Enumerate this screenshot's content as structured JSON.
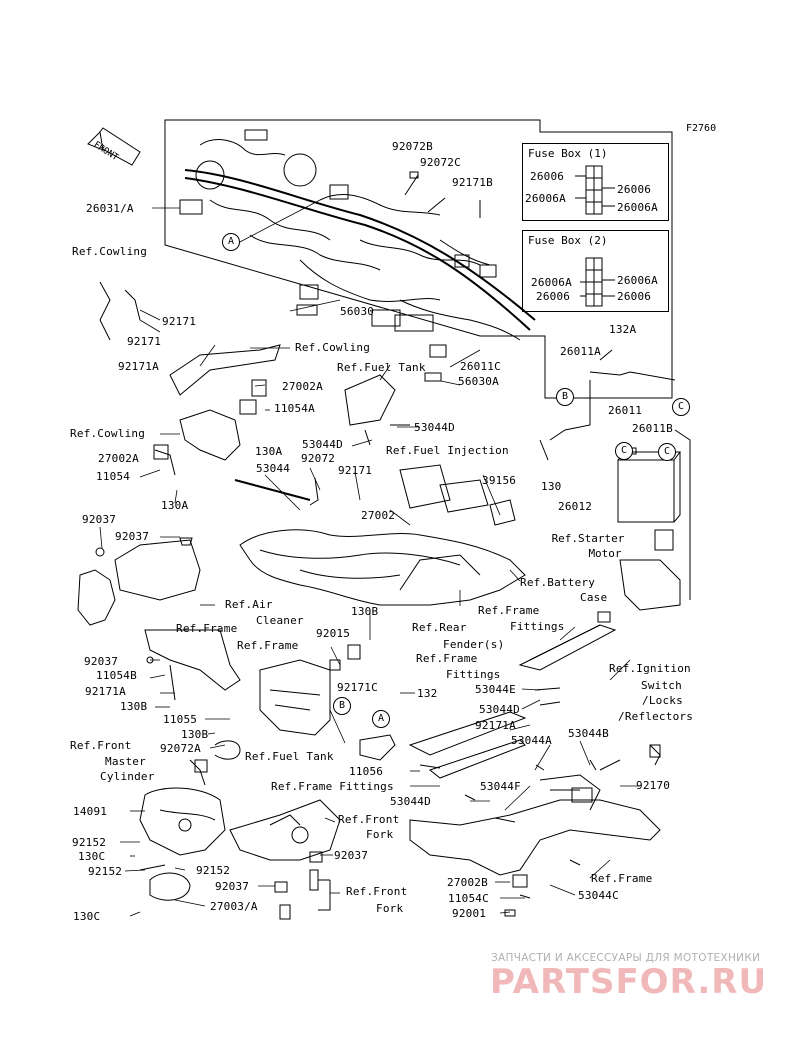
{
  "figure_id": "F2760",
  "front_label": "FRONT",
  "fuse_box_1": {
    "title": "Fuse Box (1)",
    "left": [
      "26006",
      "26006A"
    ],
    "right": [
      "26006",
      "26006A"
    ]
  },
  "fuse_box_2": {
    "title": "Fuse Box (2)",
    "left": [
      "26006A",
      "26006"
    ],
    "right": [
      "26006A",
      "26006"
    ]
  },
  "circle_markers": [
    "A",
    "A",
    "B",
    "B",
    "C",
    "C",
    "C"
  ],
  "labels": {
    "p26031A": "26031/A",
    "p92072B": "92072B",
    "p92072C": "92072C",
    "p92171B": "92171B",
    "p56030": "56030",
    "p26011C": "26011C",
    "p56030A": "56030A",
    "refCowling1": "Ref.Cowling",
    "p92171_1": "92171",
    "p92171_2": "92171",
    "p92171A_1": "92171A",
    "refCowling2": "Ref.Cowling",
    "p27002A_1": "27002A",
    "p11054A": "11054A",
    "refFuelTank1": "Ref.Fuel Tank",
    "p53044D_1": "53044D",
    "p53044D_2": "53044D",
    "p130A_1": "130A",
    "refCowling3": "Ref.Cowling",
    "p27002A_2": "27002A",
    "p11054": "11054",
    "p130A_2": "130A",
    "p53044": "53044",
    "p92072": "92072",
    "p92171_3": "92171",
    "refFuelInjection": "Ref.Fuel Injection",
    "p39156": "39156",
    "p27002": "27002",
    "p132A": "132A",
    "p26011A": "26011A",
    "p26011": "26011",
    "p26011B": "26011B",
    "p130_1": "130",
    "p26012": "26012",
    "refStarterMotor1": "Ref.Starter",
    "refStarterMotor2": "Motor",
    "refBatteryCase1": "Ref.Battery",
    "refBatteryCase2": "Case",
    "p92037_1": "92037",
    "p92037_2": "92037",
    "refAirCleaner1": "Ref.Air",
    "refAirCleaner2": "Cleaner",
    "p130B_1": "130B",
    "refRearFender1": "Ref.Rear",
    "refRearFender2": "Fender(s)",
    "refFrameFittings1a": "Ref.Frame",
    "refFrameFittings1b": "Fittings",
    "refFrame1": "Ref.Frame",
    "refFrame2": "Ref.Frame",
    "p92015": "92015",
    "p92037_3": "92037",
    "p11054B": "11054B",
    "p92171A_2": "92171A",
    "p130B_2": "130B",
    "p92171C": "92171C",
    "refFrameFittings2a": "Ref.Frame",
    "refFrameFittings2b": "Fittings",
    "p132": "132",
    "refIgnition1": "Ref.Ignition",
    "refIgnition2": "Switch",
    "refIgnition3": "/Locks",
    "refIgnition4": "/Reflectors",
    "p53044E": "53044E",
    "p53044D_3": "53044D",
    "p92171A_3": "92171A",
    "p53044A": "53044A",
    "p53044B": "53044B",
    "p11055": "11055",
    "p130B_3": "130B",
    "p92072A": "92072A",
    "refFrontMaster1": "Ref.Front",
    "refFrontMaster2": "Master",
    "refFrontMaster3": "Cylinder",
    "refFuelTank2": "Ref.Fuel Tank",
    "p11056": "11056",
    "refFrameFittings3": "Ref.Frame Fittings",
    "p92170": "92170",
    "p14091": "14091",
    "p53044D_4": "53044D",
    "p53044F": "53044F",
    "refFrontFork1a": "Ref.Front",
    "refFrontFork1b": "Fork",
    "p92152_1": "92152",
    "p130C_1": "130C",
    "p92152_2": "92152",
    "p92037_4": "92037",
    "p92152_3": "92152",
    "p92037_5": "92037",
    "refFrontFork2a": "Ref.Front",
    "refFrontFork2b": "Fork",
    "p27003A": "27003/A",
    "p130C_2": "130C",
    "p27002B": "27002B",
    "p11054C": "11054C",
    "p92001": "92001",
    "p53044C": "53044C",
    "refFrame3": "Ref.Frame"
  },
  "watermark": {
    "tagline": "ЗАПЧАСТИ И АКСЕССУАРЫ ДЛЯ МОТОТЕХНИКИ",
    "logo": "PARTSFOR.RU"
  }
}
